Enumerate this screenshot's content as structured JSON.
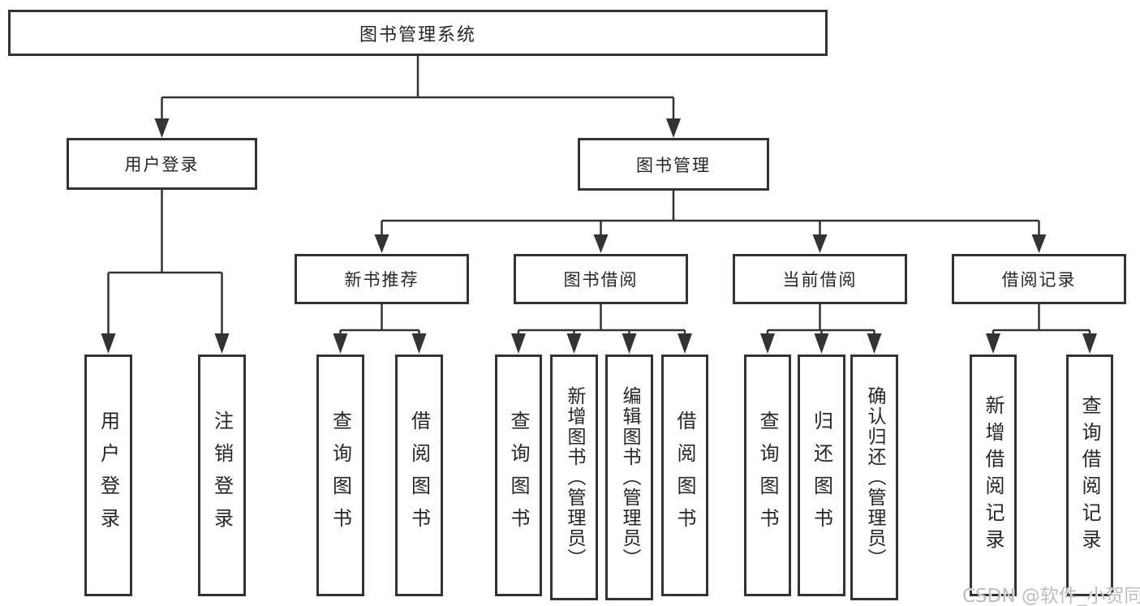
{
  "tree": {
    "root": "图书管理系统",
    "branches": [
      {
        "label": "用户登录",
        "children": [
          "用户登录",
          "注销登录"
        ]
      },
      {
        "label": "图书管理",
        "children": [
          {
            "label": "新书推荐",
            "children": [
              "查询图书",
              "借阅图书"
            ]
          },
          {
            "label": "图书借阅",
            "children": [
              "查询图书",
              "新增图书（管理员）",
              "编辑图书（管理员）",
              "借阅图书"
            ]
          },
          {
            "label": "当前借阅",
            "children": [
              "查询图书",
              "归还图书",
              "确认归还（管理员）"
            ]
          },
          {
            "label": "借阅记录",
            "children": [
              "新增借阅记录",
              "查询借阅记录"
            ]
          }
        ]
      }
    ]
  },
  "watermark": {
    "text": "CSDN @软件_小贺同学"
  },
  "colors": {
    "line": "#333333",
    "text": "#262626",
    "watermark": "#bdbdbd",
    "background": "#ffffff"
  }
}
